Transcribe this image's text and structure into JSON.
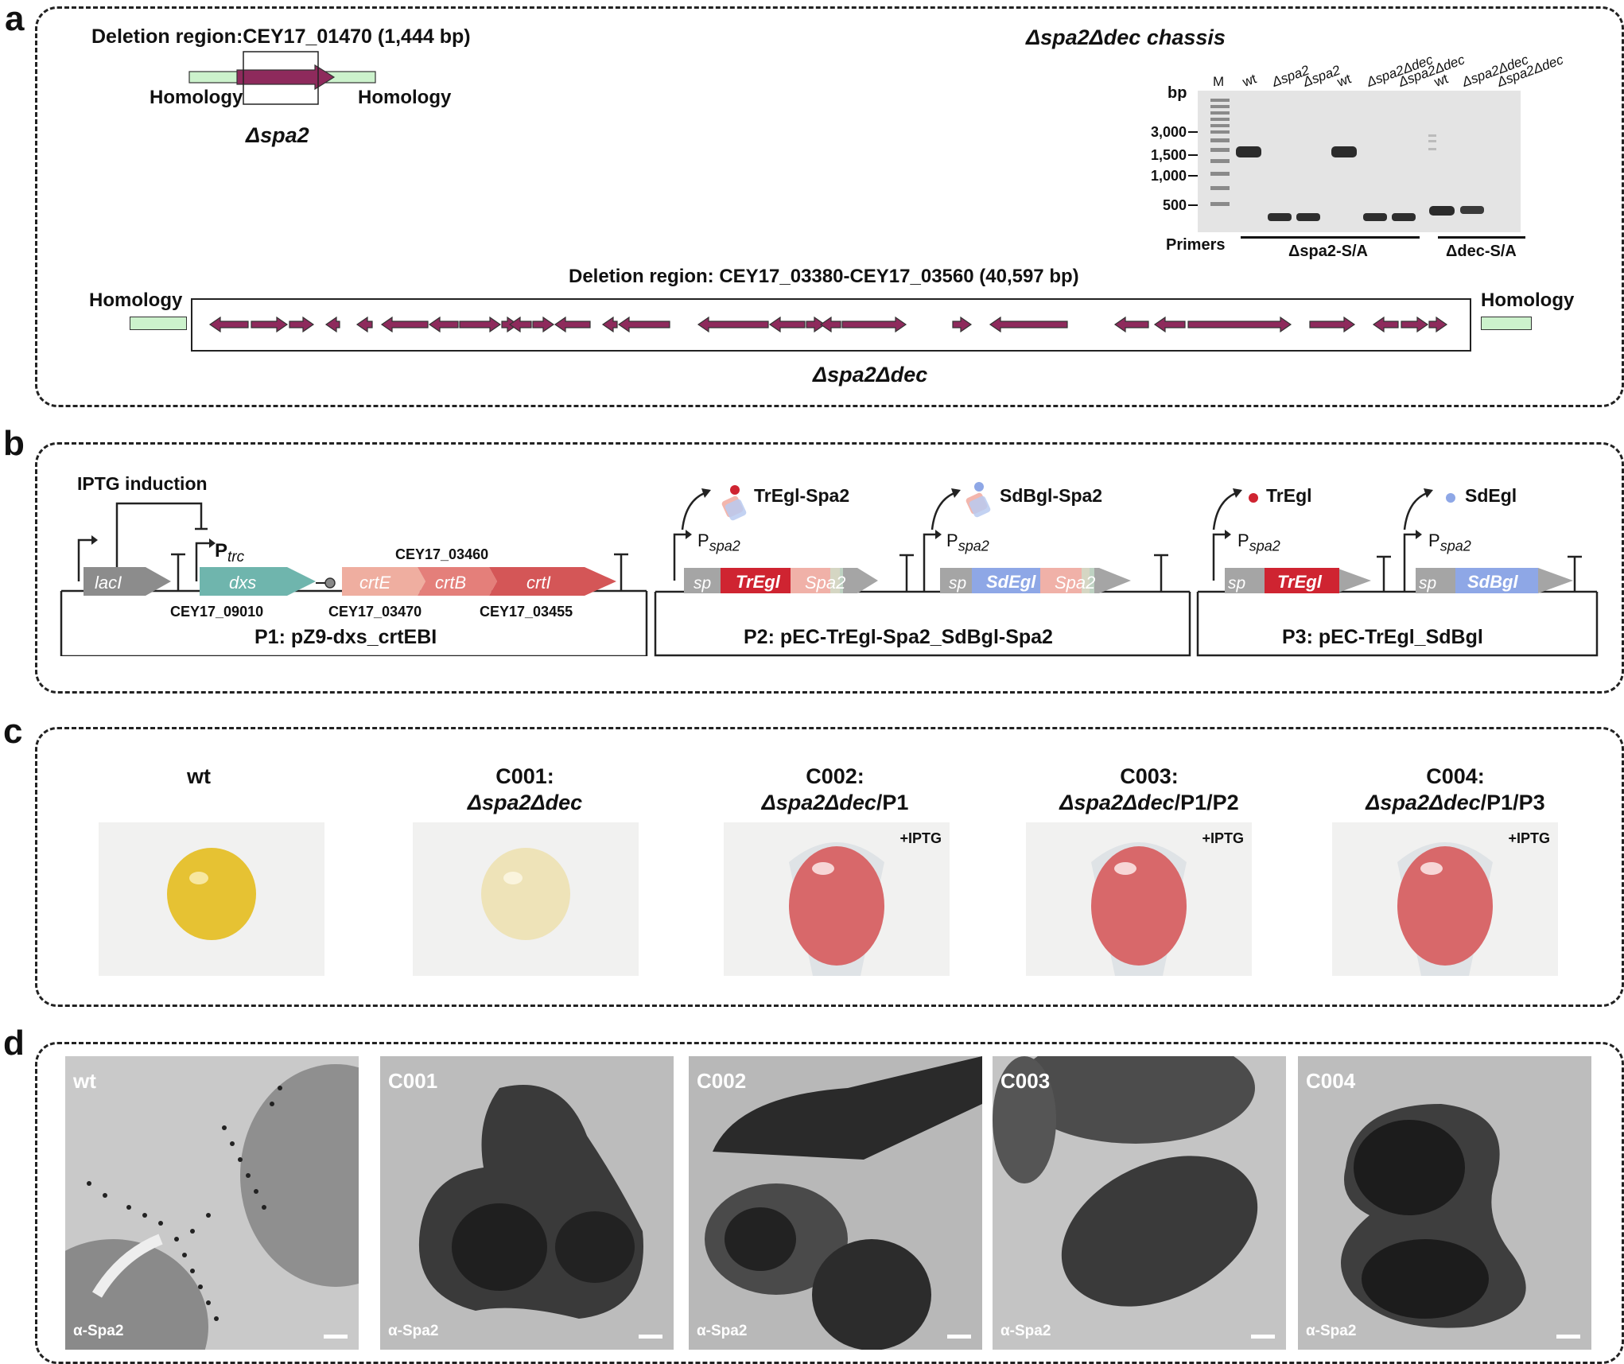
{
  "panels": {
    "a": "a",
    "b": "b",
    "c": "c",
    "d": "d"
  },
  "panel_a": {
    "spa2_deletion_title": "Deletion region:CEY17_01470 (1,444 bp)",
    "homology_left": "Homology",
    "homology_right": "Homology",
    "spa2_label": "Δspa2",
    "chassis_title": "Δspa2Δdec chassis",
    "gel": {
      "unit": "bp",
      "markers": [
        "3,000",
        "1,500",
        "1,000",
        "500"
      ],
      "lanes": [
        "M",
        "wt",
        "Δspa2",
        "Δspa2",
        "wt",
        "Δspa2Δdec",
        "Δspa2Δdec",
        "wt",
        "Δspa2Δdec",
        "Δspa2Δdec"
      ],
      "primers_label": "Primers",
      "primer_sets": [
        "Δspa2-S/A",
        "Δdec-S/A"
      ]
    },
    "dec_deletion_title": "Deletion region: CEY17_03380-CEY17_03560 (40,597 bp)",
    "dec_homology_left": "Homology",
    "dec_homology_right": "Homology",
    "dec_label": "Δspa2Δdec"
  },
  "panel_b": {
    "p1": {
      "iptg_induction": "IPTG induction",
      "promoter": "P",
      "promoter_sub": "trc",
      "genes": [
        "lacI",
        "dxs",
        "crtE",
        "crtB",
        "crtI"
      ],
      "loci_top": "CEY17_03460",
      "loci_bottom": [
        "CEY17_09010",
        "CEY17_03470",
        "CEY17_03455"
      ],
      "name": "P1: pZ9-dxs_crtEBI"
    },
    "p2": {
      "promoter": "P",
      "promoter_sub": "spa2",
      "protein1": "TrEgl-Spa2",
      "protein2": "SdBgl-Spa2",
      "cassette1": [
        "sp",
        "TrEgl",
        "Spa2"
      ],
      "cassette2": [
        "sp",
        "SdEgl",
        "Spa2"
      ],
      "name": "P2: pEC-TrEgl-Spa2_SdBgl-Spa2"
    },
    "p3": {
      "promoter": "P",
      "promoter_sub": "spa2",
      "protein1": "TrEgl",
      "protein2": "SdEgl",
      "cassette1": [
        "sp",
        "TrEgl"
      ],
      "cassette2": [
        "sp",
        "SdBgl"
      ],
      "name": "P3: pEC-TrEgl_SdBgl"
    }
  },
  "panel_c": {
    "strains": [
      {
        "line1": "",
        "line2": "wt",
        "iptg": ""
      },
      {
        "line1": "C001:",
        "line2": "Δspa2Δdec",
        "iptg": ""
      },
      {
        "line1": "C002:",
        "line2_italic": "Δspa2Δdec",
        "line2_suffix": "/P1",
        "iptg": "+IPTG"
      },
      {
        "line1": "C003:",
        "line2_italic": "Δspa2Δdec",
        "line2_suffix": "/P1/P2",
        "iptg": "+IPTG"
      },
      {
        "line1": "C004:",
        "line2_italic": "Δspa2Δdec",
        "line2_suffix": "/P1/P3",
        "iptg": "+IPTG"
      }
    ],
    "colors": {
      "wt": "#e6c233",
      "c001": "#eee3b8",
      "red": "#d8686a"
    }
  },
  "panel_d": {
    "images": [
      {
        "label": "wt",
        "antibody": "α-Spa2"
      },
      {
        "label": "C001",
        "antibody": "α-Spa2"
      },
      {
        "label": "C002",
        "antibody": "α-Spa2"
      },
      {
        "label": "C003",
        "antibody": "α-Spa2"
      },
      {
        "label": "C004",
        "antibody": "α-Spa2"
      }
    ]
  },
  "colors": {
    "gene": "#8e2a5c",
    "homology": "#ccf2cc",
    "lacI": "#8c8c8c",
    "dxs": "#6fb5ad",
    "crtE": "#efaea0",
    "crtB": "#e47f7a",
    "crtI": "#d45657",
    "trEgl": "#cf2431",
    "sdEgl": "#8ea7e6",
    "spa2": "#f0b1a8"
  }
}
